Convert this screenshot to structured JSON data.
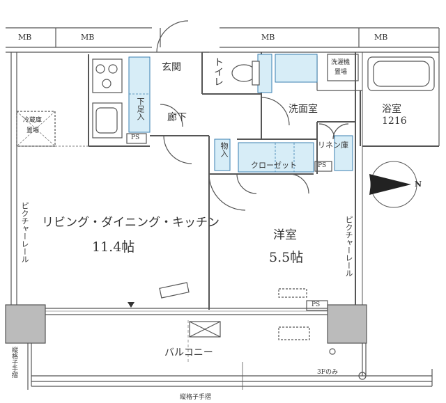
{
  "labels": {
    "mb": "MB",
    "genkan": "玄関",
    "toilet": "トイレ",
    "senmenshitsu": "洗面室",
    "yokushitsu": "浴室",
    "bath_size": "1216",
    "sentakuki": "洗濯機",
    "okiba": "置場",
    "rouka": "廊下",
    "getabako": "下足入",
    "reizouko": "冷蔵庫",
    "ps": "PS",
    "monoire": "物入",
    "closet": "クローゼット",
    "linen": "リネン庫",
    "ldk": "リビング・ダイニング・キッチン",
    "ldk_size": "11.4帖",
    "youshitsu": "洋室",
    "youshitsu_size": "5.5帖",
    "picture_rail": "ピクチャーレール",
    "balcony": "バルコニー",
    "tategoshi": "縦格子手摺",
    "third_floor": "3Fのみ",
    "north": "N"
  },
  "colors": {
    "wall": "#555555",
    "fixture_fill": "#d7edf7",
    "fixture_stroke": "#3a7fb0",
    "column": "#bbbbbb"
  }
}
